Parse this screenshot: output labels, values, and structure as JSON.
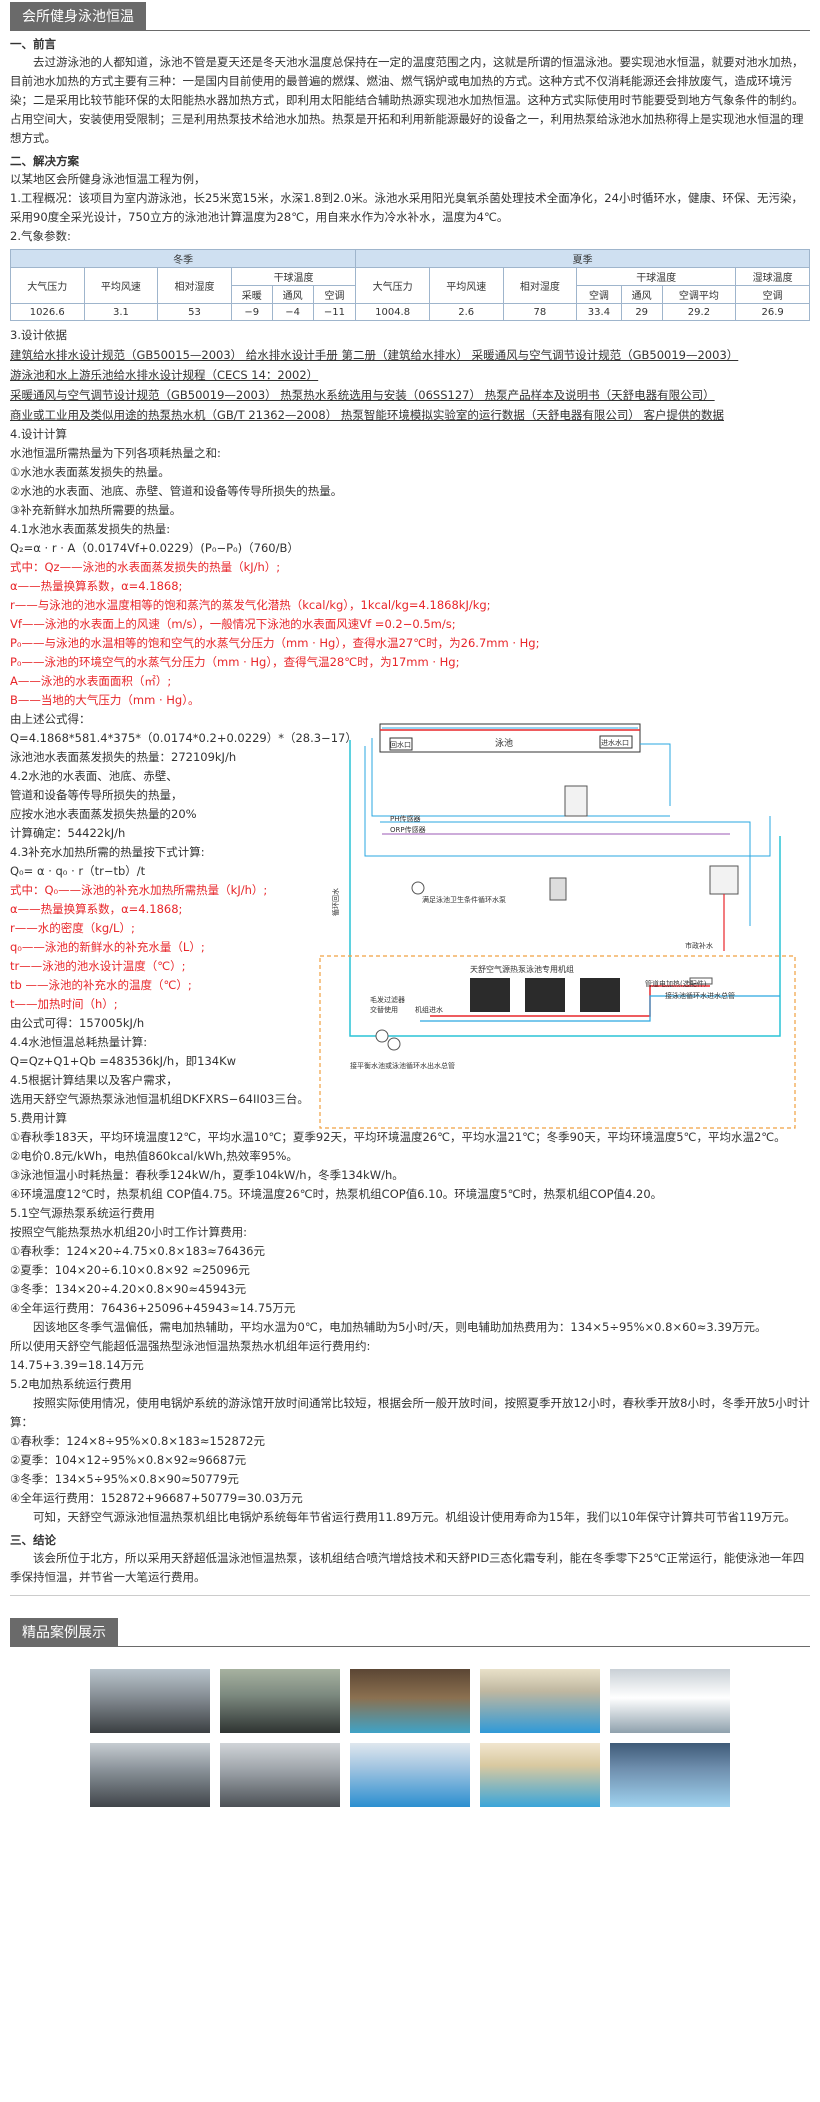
{
  "header": {
    "title": "会所健身泳池恒温"
  },
  "s1": {
    "heading": "一、前言",
    "p1": "去过游泳池的人都知道，泳池不管是夏天还是冬天池水温度总保持在一定的温度范围之内，这就是所谓的恒温泳池。要实现池水恒温，就要对池水加热，目前池水加热的方式主要有三种：一是国内目前使用的最普遍的燃煤、燃油、燃气锅炉或电加热的方式。这种方式不仅消耗能源还会排放废气，造成环境污染；二是采用比较节能环保的太阳能热水器加热方式，即利用太阳能结合辅助热源实现池水加热恒温。这种方式实际使用时节能要受到地方气象条件的制约。占用空间大，安装使用受限制；三是利用热泵技术给池水加热。热泵是开拓和利用新能源最好的设备之一，利用热泵给泳池水加热称得上是实现池水恒温的理想方式。"
  },
  "s2": {
    "heading": "二、解决方案",
    "p0": "以某地区会所健身泳池恒温工程为例，",
    "p1": "1.工程概况：该项目为室内游泳池，长25米宽15米，水深1.8到2.0米。泳池水采用阳光臭氧杀菌处理技术全面净化，24小时循环水，健康、环保、无污染，采用90度全采光设计，750立方的泳池池计算温度为28℃，用自来水作为冷水补水，温度为4℃。",
    "p2": "2.气象参数:"
  },
  "climate": {
    "winter": "冬季",
    "summer": "夏季",
    "atm": "大气压力",
    "wind": "平均风速",
    "hum": "相对湿度",
    "dry": "干球温度",
    "wet": "湿球温度",
    "heat": "采暖",
    "vent": "通风",
    "ac": "空调",
    "acavg": "空调平均",
    "w": [
      "1026.6",
      "3.1",
      "53",
      "−9",
      "−4",
      "−11"
    ],
    "s": [
      "1004.8",
      "2.6",
      "78",
      "33.4",
      "29",
      "29.2",
      "26.9"
    ]
  },
  "s3": {
    "heading": "3.设计依据",
    "l1": "建筑给水排水设计规范（GB50015—2003）  给水排水设计手册 第二册（建筑给水排水）  采暖通风与空气调节设计规范（GB50019—2003）",
    "l2": "游泳池和水上游乐池给水排水设计规程（CECS 14：2002）",
    "l3": "采暖通风与空气调节设计规范（GB50019—2003）      热泵热水系统选用与安装（06SS127）    热泵产品样本及说明书（天舒电器有限公司）",
    "l4": "商业或工业用及类似用途的热泵热水机（GB/T 21362—2008）    热泵智能环境模拟实验室的运行数据（天舒电器有限公司）    客户提供的数据"
  },
  "s4": {
    "heading": "4.设计计算",
    "a": "水池恒温所需热量为下列各项耗热量之和:",
    "b1": "①水池水表面蒸发损失的热量。",
    "b2": "②水池的水表面、池底、赤壁、管道和设备等传导所损失的热量。",
    "b3": "③补充新鲜水加热所需要的热量。",
    "c": "4.1水池水表面蒸发损失的热量:",
    "f": "Q₂=α · r · A（0.0174Vf+0.0229）(P₀−P₀)（760/B）",
    "r1": "式中：Qz——泳池的水表面蒸发损失的热量（kJ/h）;",
    "r2": " α——热量换算系数，α=4.1868;",
    "r3": "r——与泳池的池水温度相等的饱和蒸汽的蒸发气化潜热（kcal/kg），1kcal/kg=4.1868kJ/kg;",
    "r4": "Vf——泳池的水表面上的风速（m/s），一般情况下泳池的水表面风速Vf =0.2−0.5m/s;",
    "r5": "P₀——与泳池的水温相等的饱和空气的水蒸气分压力（mm · Hg），查得水温27℃时，为26.7mm · Hg;",
    "r6": "P₀——泳池的环境空气的水蒸气分压力（mm · Hg），查得气温28℃时，为17mm · Hg;",
    "r7": "A——泳池的水表面面积（㎡）;",
    "r8": "B——当地的大气压力（mm · Hg）。",
    "d1": "由上述公式得：",
    "d2": "Q=4.1868*581.4*375*（0.0174*0.2+0.0229）*（28.3−17）",
    "d3": "泳池池水表面蒸发损失的热量：272109kJ/h",
    "d4": "4.2水池的水表面、池底、赤壁、",
    "d5": "管道和设备等传导所损失的热量，",
    "d6": "应按水池水表面蒸发损失热量的20%",
    "d7": "计算确定：54422kJ/h",
    "d8": "4.3补充水加热所需的热量按下式计算:",
    "d9": "Q₀= α · q₀ · r（tr−tb）/t",
    "e1": "式中：Q₀——泳池的补充水加热所需热量（kJ/h）;",
    "e2": " α——热量换算系数，α=4.1868;",
    "e3": "r——水的密度（kg/L）;",
    "e4": "q₀——泳池的新鲜水的补充水量（L）;",
    "e5": "tr——泳池的池水设计温度（℃）;",
    "e6": "tb ——泳池的补充水的温度（℃）;",
    "e7": "t——加热时间（h）;",
    "g1": "由公式可得：157005kJ/h",
    "g2": "4.4水池恒温总耗热量计算:",
    "g3": "Q=Qz+Q1+Qb =483536kJ/h，即134Kw",
    "g4": "4.5根据计算结果以及客户需求，",
    "g5": "选用天舒空气源热泵泳池恒温机组DKFXRS−64II03三台。"
  },
  "diagram": {
    "pool": "泳池",
    "return_port": "回水口",
    "inlet": "进水水口",
    "ph": "PH传感器",
    "orp": "ORP传感器",
    "circ": "循环回水",
    "pump_note": "满足泳池卫生条件循环水泵",
    "unit_title": "天舒空气源热泵泳池专用机组",
    "filter": "毛发过滤器",
    "alt": "交替使用",
    "unit_in": "机组进水",
    "elec": "管道电加热(选配件)",
    "to_main": "接泳池循环水进水总管",
    "bypass": "接平衡水池或泳池循环水出水总管",
    "makeup": "市政补水"
  },
  "s5": {
    "heading": "5.费用计算",
    "l1": "①春秋季183天，平均环境温度12℃，平均水温10℃；夏季92天，平均环境温度26℃，平均水温21℃；冬季90天，平均环境温度5℃，平均水温2℃。",
    "l2": "②电价0.8元/kWh，电热值860kcal/kWh,热效率95%。",
    "l3": "③泳池恒温小时耗热量：春秋季124kW/h，夏季104kW/h，冬季134kW/h。",
    "l4": "④环境温度12℃时，热泵机组 COP值4.75。环境温度26℃时，热泵机组COP值6.10。环境温度5℃时，热泵机组COP值4.20。",
    "l5": "5.1空气源热泵系统运行费用",
    "l6": "按照空气能热泵热水机组20小时工作计算费用:",
    "l7": "①春秋季：124×20÷4.75×0.8×183≈76436元",
    "l8": "②夏季：104×20÷6.10×0.8×92 ≈25096元",
    "l9": "③冬季：134×20÷4.20×0.8×90≈45943元",
    "l10": "④全年运行费用：76436+25096+45943≈14.75万元",
    "l11": "因该地区冬季气温偏低，需电加热辅助，平均水温为0℃，电加热辅助为5小时/天，则电辅助加热费用为：134×5÷95%×0.8×60≈3.39万元。",
    "l12": "所以使用天舒空气能超低温强热型泳池恒温热泵热水机组年运行费用约:",
    "l13": "14.75+3.39=18.14万元",
    "l14": "5.2电加热系统运行费用",
    "l15": "按照实际使用情况，使用电锅炉系统的游泳馆开放时间通常比较短，根据会所一般开放时间，按照夏季开放12小时，春秋季开放8小时，冬季开放5小时计算：",
    "l16": "①春秋季：124×8÷95%×0.8×183≈152872元",
    "l17": "②夏季：104×12÷95%×0.8×92≈96687元",
    "l18": "③冬季：134×5÷95%×0.8×90≈50779元",
    "l19": "④全年运行费用：152872+96687+50779=30.03万元",
    "l20": "可知，天舒空气源泳池恒温热泵机组比电锅炉系统每年节省运行费用11.89万元。机组设计使用寿命为15年，我们以10年保守计算共可节省119万元。"
  },
  "s6": {
    "heading": "三、结论",
    "p": "该会所位于北方，所以采用天舒超低温泳池恒温热泵，该机组结合喷汽增焓技术和天舒PID三态化霜专利，能在冬季零下25℃正常运行，能使泳池一年四季保持恒温，并节省一大笔运行费用。"
  },
  "gallery": {
    "title": "精品案例展示"
  }
}
